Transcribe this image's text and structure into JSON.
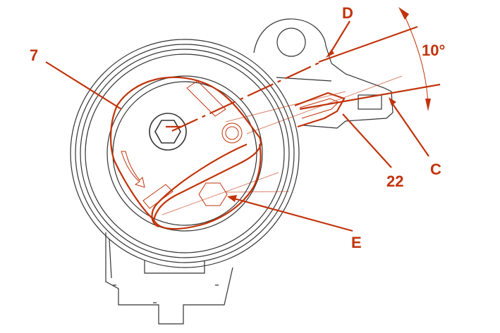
{
  "colors": {
    "accent": "#c1330a",
    "line": "#333333",
    "background": "#ffffff"
  },
  "labels": {
    "d": "D",
    "angle": "10°",
    "seven": "7",
    "c": "C",
    "twenty_two": "22",
    "e": "E"
  }
}
